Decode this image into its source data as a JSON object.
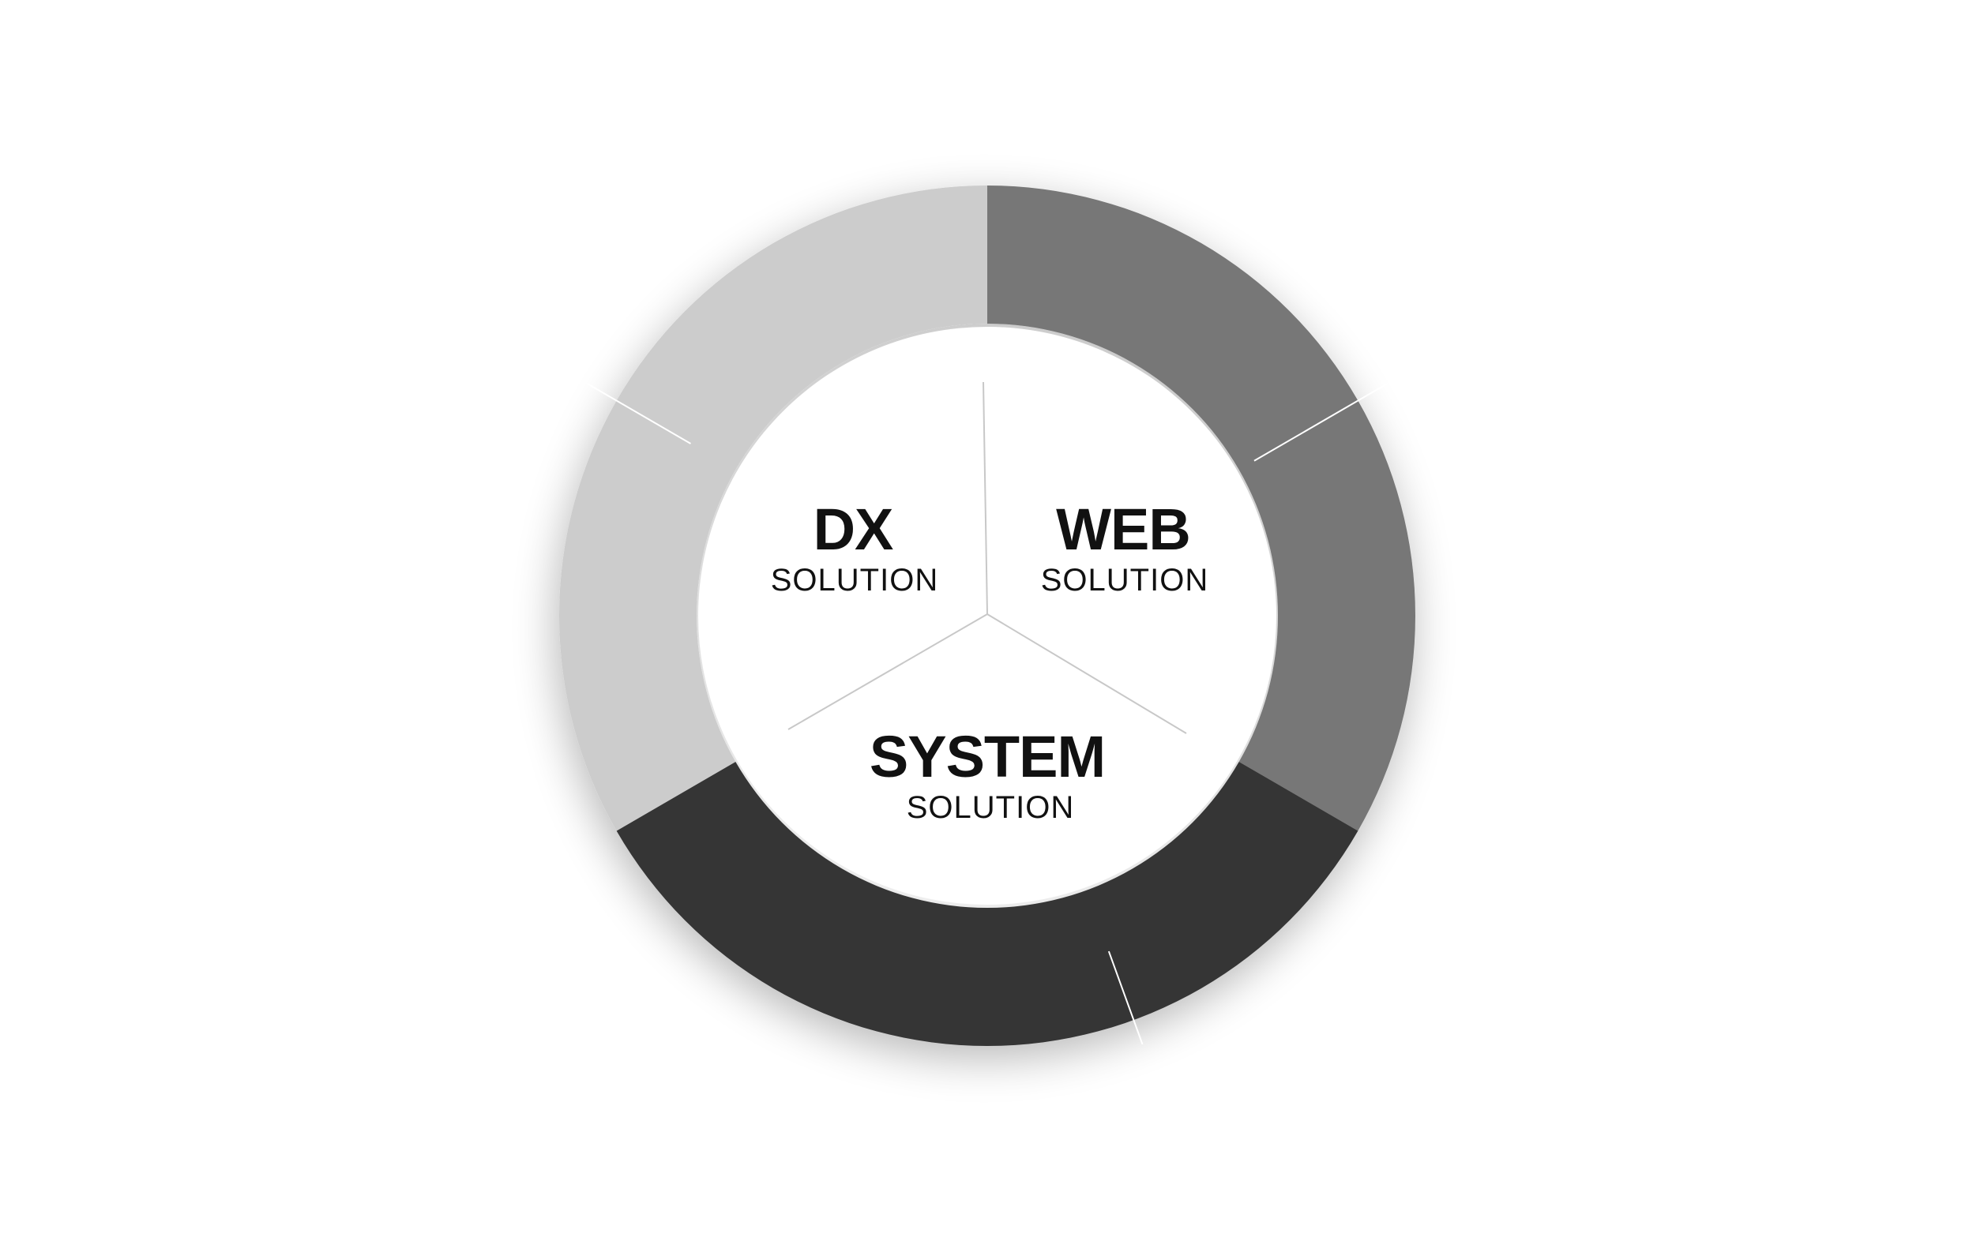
{
  "diagram": {
    "segments": [
      {
        "key": "web",
        "title": "WEB",
        "subtitle": "SOLUTION",
        "color": "#777777"
      },
      {
        "key": "system",
        "title": "SYSTEM",
        "subtitle": "SOLUTION",
        "color": "#343434"
      },
      {
        "key": "dx",
        "title": "DX",
        "subtitle": "SOLUTION",
        "color": "#cccccc"
      }
    ],
    "colors": {
      "background": "#ffffff",
      "center": "#ffffff",
      "divider": "#c8c8c8",
      "text": "#111111"
    }
  }
}
